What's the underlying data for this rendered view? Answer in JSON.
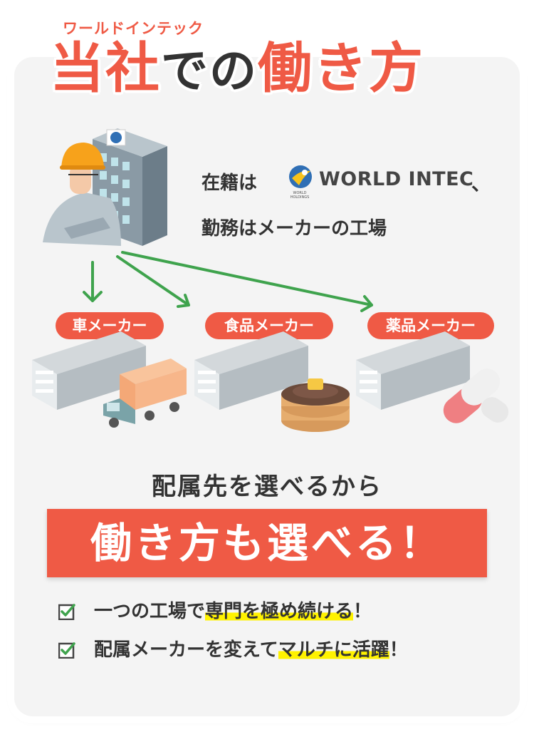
{
  "header": {
    "subtitle": "ワールドインテック",
    "title_part1": "当社",
    "title_part2": "での",
    "title_part3": "働き方"
  },
  "intro": {
    "line1_prefix": "在籍は",
    "logo_text": "WORLD INTEC",
    "logo_sub": "WORLD HOLDINGS",
    "line1_suffix": "、",
    "line2": "勤務はメーカーの工場"
  },
  "makers": [
    {
      "label": "車メーカー"
    },
    {
      "label": "食品メーカー"
    },
    {
      "label": "薬品メーカー"
    }
  ],
  "tagline": "配属先を選べるから",
  "banner": "働き方も選べる！",
  "checks": [
    {
      "before": "一つの工場で",
      "highlight": "専門を極め続ける",
      "after": "！"
    },
    {
      "before": "配属メーカーを変えて",
      "highlight": "マルチに活躍",
      "after": "！"
    }
  ],
  "colors": {
    "accent": "#ef5a45",
    "dark": "#333333",
    "highlight": "#fff200",
    "arrow": "#3fa34d"
  }
}
